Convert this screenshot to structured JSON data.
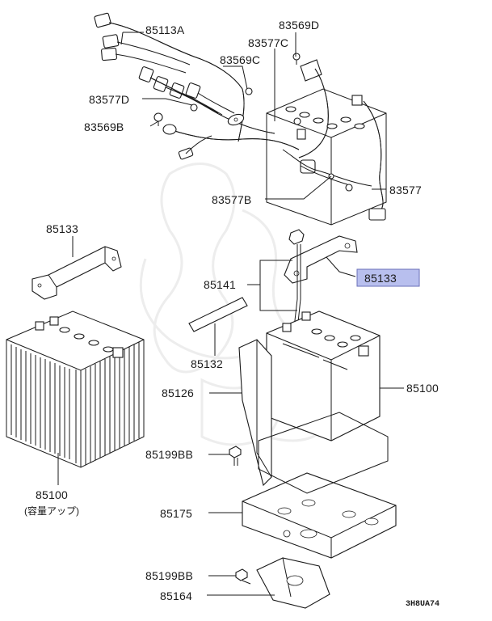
{
  "diagram": {
    "labels": {
      "p85113A": "85113A",
      "p83569D": "83569D",
      "p83577C": "83577C",
      "p83569C": "83569C",
      "p83577D": "83577D",
      "p83569B": "83569B",
      "p83577B": "83577B",
      "p83577": "83577",
      "p85133_left": "85133",
      "p85133_right": "85133",
      "p85141": "85141",
      "p85132": "85132",
      "p85126": "85126",
      "p85100_right": "85100",
      "p85100_left": "85100",
      "p85100_note": "(容量アップ)",
      "p85199BB_top": "85199BB",
      "p85175": "85175",
      "p85199BB_bottom": "85199BB",
      "p85164": "85164"
    },
    "highlight_fill": "#b8bfee",
    "highlight_stroke": "#6a6fb8",
    "diagram_code": "3H8UA74"
  }
}
